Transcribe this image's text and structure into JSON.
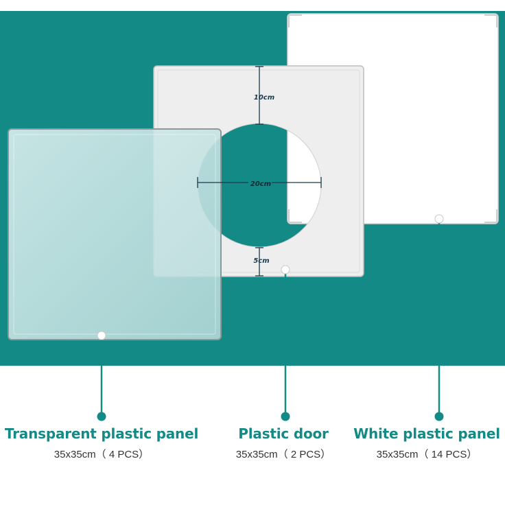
{
  "colors": {
    "teal": "#138a86",
    "label": "#138a86",
    "door_panel": "#eeeeee",
    "transparent_panel": "#bfe0e0",
    "white_panel": "#ffffff"
  },
  "dimensions": {
    "top_gap": "10cm",
    "hole_diameter": "20cm",
    "bottom_gap": "5cm"
  },
  "products": {
    "transparent": {
      "name": "Transparent plastic panel",
      "size": "35x35cm（ 4 PCS）"
    },
    "door": {
      "name": "Plastic door",
      "size": "35x35cm（ 2 PCS）"
    },
    "white": {
      "name": "White plastic panel",
      "size": "35x35cm（ 14 PCS）"
    }
  }
}
